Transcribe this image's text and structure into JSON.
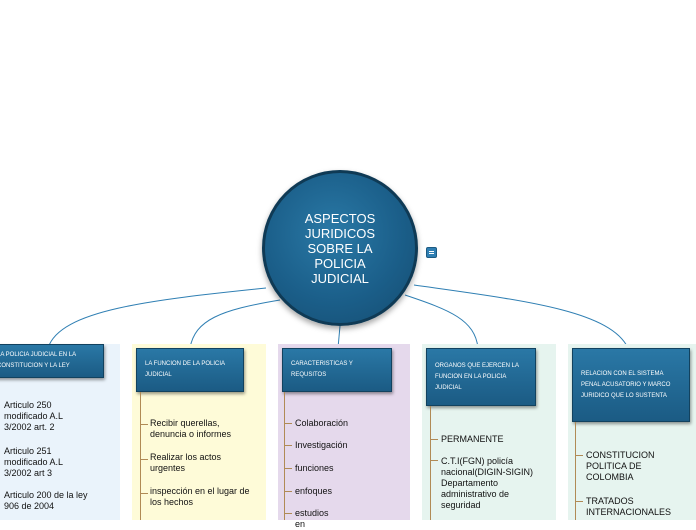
{
  "central": {
    "title": "ASPECTOS\nJURIDICOS\nSOBRE LA\nPOLICIA\nJUDICIAL"
  },
  "branches": [
    {
      "title": "LA POLICIA JUDICIAL EN LA CONSTITUCION Y LA LEY",
      "background": "#eaf3fb",
      "items": [
        "Articulo 250 modificado A.L 3/2002 art. 2",
        "Articulo 251 modificado A.L 3/2002 art 3",
        "Articulo 200 de la ley 906 de 2004"
      ]
    },
    {
      "title": "LA FUNCION DE LA POLICIA JUDICIAL",
      "background": "#fefbd8",
      "items": [
        "Recibir querellas, denuncia o informes",
        "Realizar los actos urgentes",
        "inspección en el lugar de los hechos"
      ]
    },
    {
      "title": "CARACTERISTICAS Y REQUSITOS",
      "background": "#e5d9ec",
      "items": [
        "Colaboración",
        "Investigación",
        "funciones",
        "enfoques",
        "estudios en"
      ]
    },
    {
      "title": "ORGANOS QUE EJERCEN LA FUNCION EN LA POLICIA JUDICIAL",
      "background": "#e6f4ef",
      "items": [
        "PERMANENTE",
        "C.T.I(FGN) policía nacional(DIGIN-SIGIN) Departamento administrativo de seguridad"
      ]
    },
    {
      "title": "RELACION CON EL SISTEMA PENAL ACUSATORIO Y MARCO JURIDICO QUE LO SUSTENTA",
      "background": "#e6f4ef",
      "items": [
        "CONSTITUCION POLITICA DE COLOMBIA",
        "TRATADOS INTERNACIONALES"
      ]
    }
  ]
}
